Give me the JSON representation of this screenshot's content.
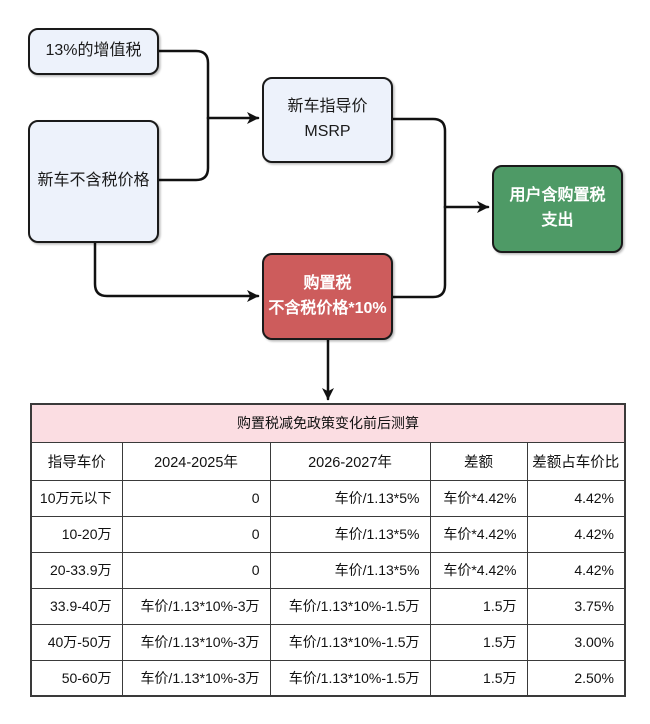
{
  "flowchart": {
    "vat_box": "13%的增值税",
    "pretax_box": "新车不含税价格",
    "msrp_box": {
      "line1": "新车指导价",
      "line2": "MSRP"
    },
    "tax_box": {
      "line1": "购置税",
      "line2": "不含税价格*10%"
    },
    "expense_box": {
      "line1": "用户含购置税",
      "line2": "支出"
    }
  },
  "table": {
    "title": "购置税减免政策变化前后测算",
    "headers": [
      "指导车价",
      "2024-2025年",
      "2026-2027年",
      "差额",
      "差额占车价比"
    ],
    "rows": [
      [
        "10万元以下",
        "0",
        "车价/1.13*5%",
        "车价*4.42%",
        "4.42%"
      ],
      [
        "10-20万",
        "0",
        "车价/1.13*5%",
        "车价*4.42%",
        "4.42%"
      ],
      [
        "20-33.9万",
        "0",
        "车价/1.13*5%",
        "车价*4.42%",
        "4.42%"
      ],
      [
        "33.9-40万",
        "车价/1.13*10%-3万",
        "车价/1.13*10%-1.5万",
        "1.5万",
        "3.75%"
      ],
      [
        "40万-50万",
        "车价/1.13*10%-3万",
        "车价/1.13*10%-1.5万",
        "1.5万",
        "3.00%"
      ],
      [
        "50-60万",
        "车价/1.13*10%-3万",
        "车价/1.13*10%-1.5万",
        "1.5万",
        "2.50%"
      ]
    ]
  },
  "colors": {
    "light_box_fill": "#edf2fb",
    "light_box_border": "#1a1a1a",
    "red_box_fill": "#cd5c5c",
    "green_box_fill": "#4e9a66",
    "box_text_light": "#ffffff",
    "table_title_bg": "#fbdde2",
    "table_border": "#3a3a3a",
    "line_color": "#111111"
  }
}
